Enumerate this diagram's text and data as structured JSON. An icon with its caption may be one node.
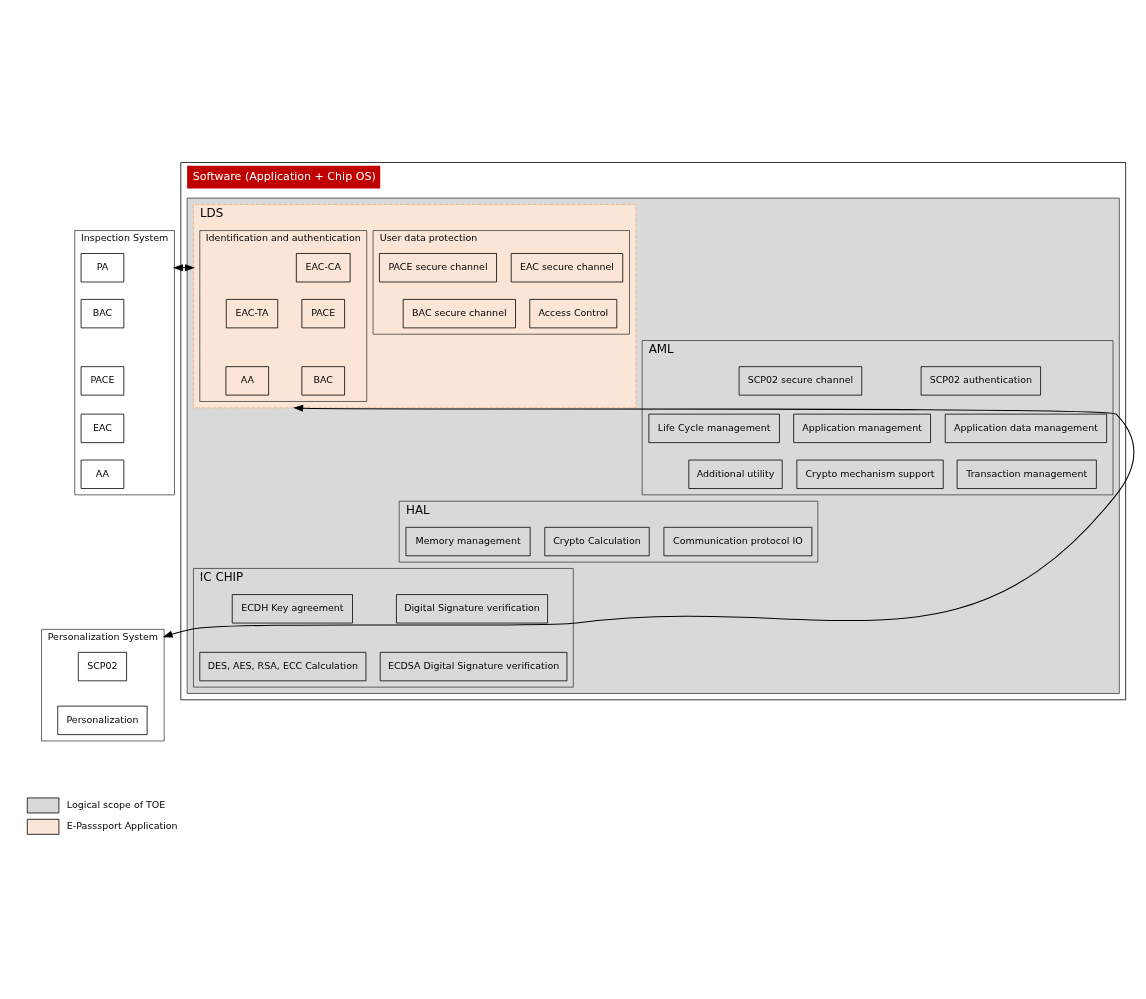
{
  "diagram": {
    "nodes": [
      {
        "text": [
          "Software (Application + Chip OS)"
        ]
      },
      {
        "text": [],
        "shape": "box",
        "in": 0
      },
      {
        "text": [
          "LDS"
        ],
        "in": 1
      },
      {
        "text": [
          "Identification and authentication"
        ],
        "in": 2
      },
      {
        "text": [
          "EAC-CA"
        ],
        "in": 3
      },
      {
        "text": [
          "PACE"
        ],
        "in": 3
      },
      {
        "text": [
          "EAC-TA"
        ],
        "in": 3
      },
      {
        "text": [
          "BAC"
        ],
        "in": 3
      },
      {
        "text": [
          "AA"
        ],
        "in": 3
      },
      {
        "text": [
          "User data protection"
        ],
        "in": 2
      },
      {
        "text": [
          "EAC secure channel"
        ],
        "in": 9
      },
      {
        "text": [
          "PACE secure channel"
        ],
        "in": 9
      },
      {
        "text": [
          "Access Control"
        ],
        "in": 9
      },
      {
        "text": [
          "BAC secure channel"
        ],
        "in": 9
      },
      {
        "text": [
          "AML"
        ],
        "in": 1
      },
      {
        "text": [
          "SCP02 authentication"
        ],
        "in": 14
      },
      {
        "text": [
          "SCP02 secure channel"
        ],
        "in": 14
      },
      {
        "text": [
          "Application data management"
        ],
        "in": 14
      },
      {
        "text": [
          "Application management"
        ],
        "in": 14
      },
      {
        "text": [
          "Life Cycle management"
        ],
        "in": 14
      },
      {
        "text": [
          "Transaction management"
        ],
        "in": 14
      },
      {
        "text": [
          "Crypto mechanism support"
        ],
        "in": 14
      },
      {
        "text": [
          "Additional utility"
        ],
        "in": 14
      },
      {
        "text": [
          "HAL"
        ],
        "in": 1
      },
      {
        "text": [
          "Communication protocol IO"
        ],
        "in": 23
      },
      {
        "text": [
          "Crypto Calculation"
        ],
        "in": 23
      },
      {
        "text": [
          "Memory management"
        ],
        "in": 23
      },
      {
        "text": [
          "IC CHIP"
        ],
        "in": 1
      },
      {
        "text": [
          "Digital Signature verification"
        ],
        "in": 27
      },
      {
        "text": [
          "ECDH Key agreement"
        ],
        "in": 27
      },
      {
        "text": [
          "ECDSA Digital Signature verification"
        ],
        "in": 27
      },
      {
        "text": [
          "DES, AES, RSA, ECC Calculation"
        ],
        "in": 27
      },
      {
        "text": [
          "Inspection System"
        ]
      },
      {
        "text": [
          "PA"
        ],
        "in": 32
      },
      {
        "text": [
          "BAC"
        ],
        "in": 32
      },
      {
        "text": [
          "PACE"
        ],
        "in": 32
      },
      {
        "text": [
          "EAC"
        ],
        "in": 32
      },
      {
        "text": [
          "AA"
        ],
        "in": 32
      },
      {
        "text": [
          "Personalization System"
        ]
      },
      {
        "text": [
          "SCP02"
        ],
        "in": 38
      },
      {
        "text": [
          "Personalization"
        ],
        "in": 38
      }
    ],
    "edges": [
      {
        "from": 32,
        "to": 2,
        "arrow": "both"
      },
      {
        "from": 38,
        "to": 2,
        "arrow": "both"
      }
    ],
    "legend": [
      {
        "text": "Logical scope of TOE",
        "color": "#d9d9d9"
      },
      {
        "text": "E-Passsport Application",
        "color": "#fbe5d6"
      }
    ]
  }
}
